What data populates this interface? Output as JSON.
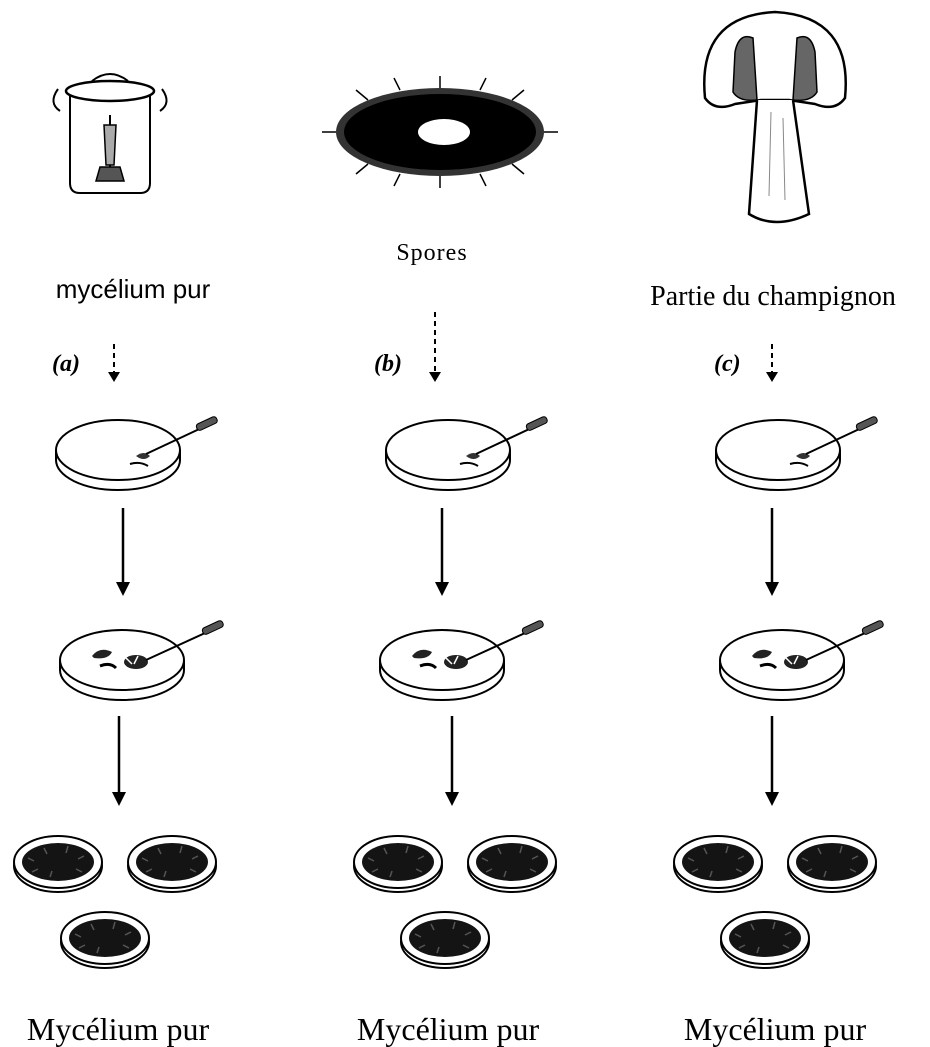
{
  "columns": [
    {
      "tag": "(a)",
      "source_label": "mycélium pur",
      "result_label": "Mycélium pur"
    },
    {
      "tag": "(b)",
      "source_label": "Spores",
      "result_label": "Mycélium pur"
    },
    {
      "tag": "(c)",
      "source_label": "Partie du champignon",
      "result_label": "Mycélium pur"
    }
  ],
  "colors": {
    "ink": "#000000",
    "culture": "#141414",
    "background": "#ffffff"
  },
  "icons": {
    "column_a": "sterile-jar-icon",
    "column_b": "spore-print-icon",
    "column_c": "mushroom-cross-section-icon",
    "step_1": "petri-dish-with-inoculation-needle-icon",
    "step_2": "petri-dish-with-growing-culture-icon",
    "step_3": "petri-dishes-with-mycelium-icon"
  }
}
